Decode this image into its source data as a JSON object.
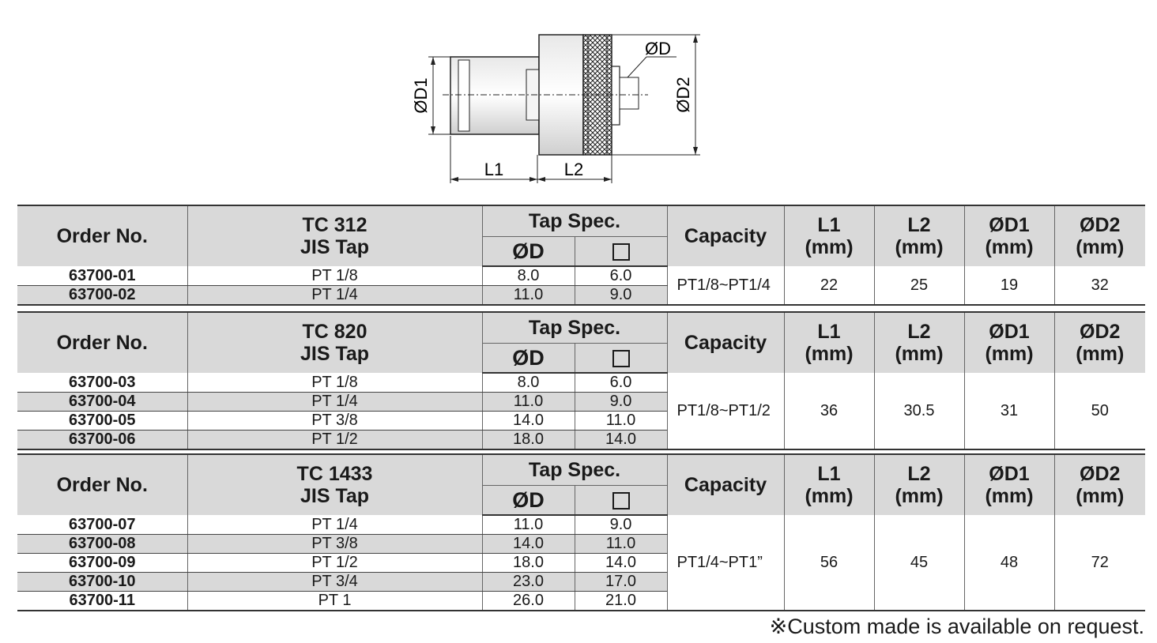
{
  "diagram": {
    "labels": {
      "d": "ØD",
      "d1": "ØD1",
      "d2": "ØD2",
      "l1": "L1",
      "l2": "L2"
    }
  },
  "headers": {
    "order_no": "Order No.",
    "jis_tap": "JIS Tap",
    "tap_spec": "Tap Spec.",
    "phi_d": "ØD",
    "square_icon": "square-icon",
    "capacity": "Capacity",
    "l1": "L1",
    "l2": "L2",
    "d1": "ØD1",
    "d2": "ØD2",
    "unit": "(mm)"
  },
  "tables": [
    {
      "model": "TC 312",
      "capacity": "PT1/8~PT1/4",
      "l1": "22",
      "l2": "25",
      "d1": "19",
      "d2": "32",
      "rows": [
        {
          "order": "63700-01",
          "tap": "PT 1/8",
          "d": "8.0",
          "sq": "6.0"
        },
        {
          "order": "63700-02",
          "tap": "PT 1/4",
          "d": "11.0",
          "sq": "9.0"
        }
      ]
    },
    {
      "model": "TC 820",
      "capacity": "PT1/8~PT1/2",
      "l1": "36",
      "l2": "30.5",
      "d1": "31",
      "d2": "50",
      "rows": [
        {
          "order": "63700-03",
          "tap": "PT 1/8",
          "d": "8.0",
          "sq": "6.0"
        },
        {
          "order": "63700-04",
          "tap": "PT 1/4",
          "d": "11.0",
          "sq": "9.0"
        },
        {
          "order": "63700-05",
          "tap": "PT 3/8",
          "d": "14.0",
          "sq": "11.0"
        },
        {
          "order": "63700-06",
          "tap": "PT 1/2",
          "d": "18.0",
          "sq": "14.0"
        }
      ]
    },
    {
      "model": "TC 1433",
      "capacity": "PT1/4~PT1”",
      "l1": "56",
      "l2": "45",
      "d1": "48",
      "d2": "72",
      "rows": [
        {
          "order": "63700-07",
          "tap": "PT 1/4",
          "d": "11.0",
          "sq": "9.0"
        },
        {
          "order": "63700-08",
          "tap": "PT 3/8",
          "d": "14.0",
          "sq": "11.0"
        },
        {
          "order": "63700-09",
          "tap": "PT 1/2",
          "d": "18.0",
          "sq": "14.0"
        },
        {
          "order": "63700-10",
          "tap": "PT 3/4",
          "d": "23.0",
          "sq": "17.0"
        },
        {
          "order": "63700-11",
          "tap": "PT 1",
          "d": "26.0",
          "sq": "21.0"
        }
      ]
    }
  ],
  "note": "※Custom made is available on request."
}
